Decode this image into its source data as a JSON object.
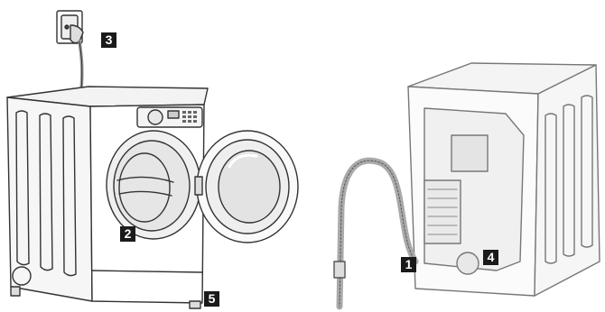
{
  "callouts": {
    "power_plug": "3",
    "door_stopper": "2",
    "leveling_foot": "5",
    "water_inlet_hose": "1",
    "drain_connection": "4"
  }
}
